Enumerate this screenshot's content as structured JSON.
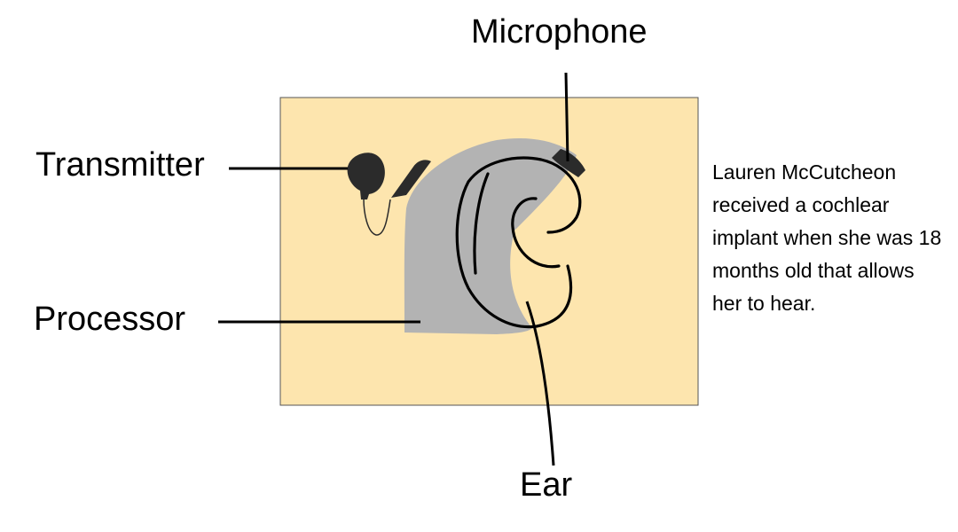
{
  "labels": {
    "transmitter": "Transmitter",
    "processor": "Processor",
    "microphone": "Microphone",
    "ear": "Ear"
  },
  "caption": "Lauren McCutcheon received a cochlear implant when she was 18 months old that allows her to hear.",
  "colors": {
    "background_panel": "#fde5ae",
    "panel_border": "#555555",
    "processor": "#b3b3b3",
    "device_dark": "#2b2b2b",
    "line": "#000000"
  }
}
